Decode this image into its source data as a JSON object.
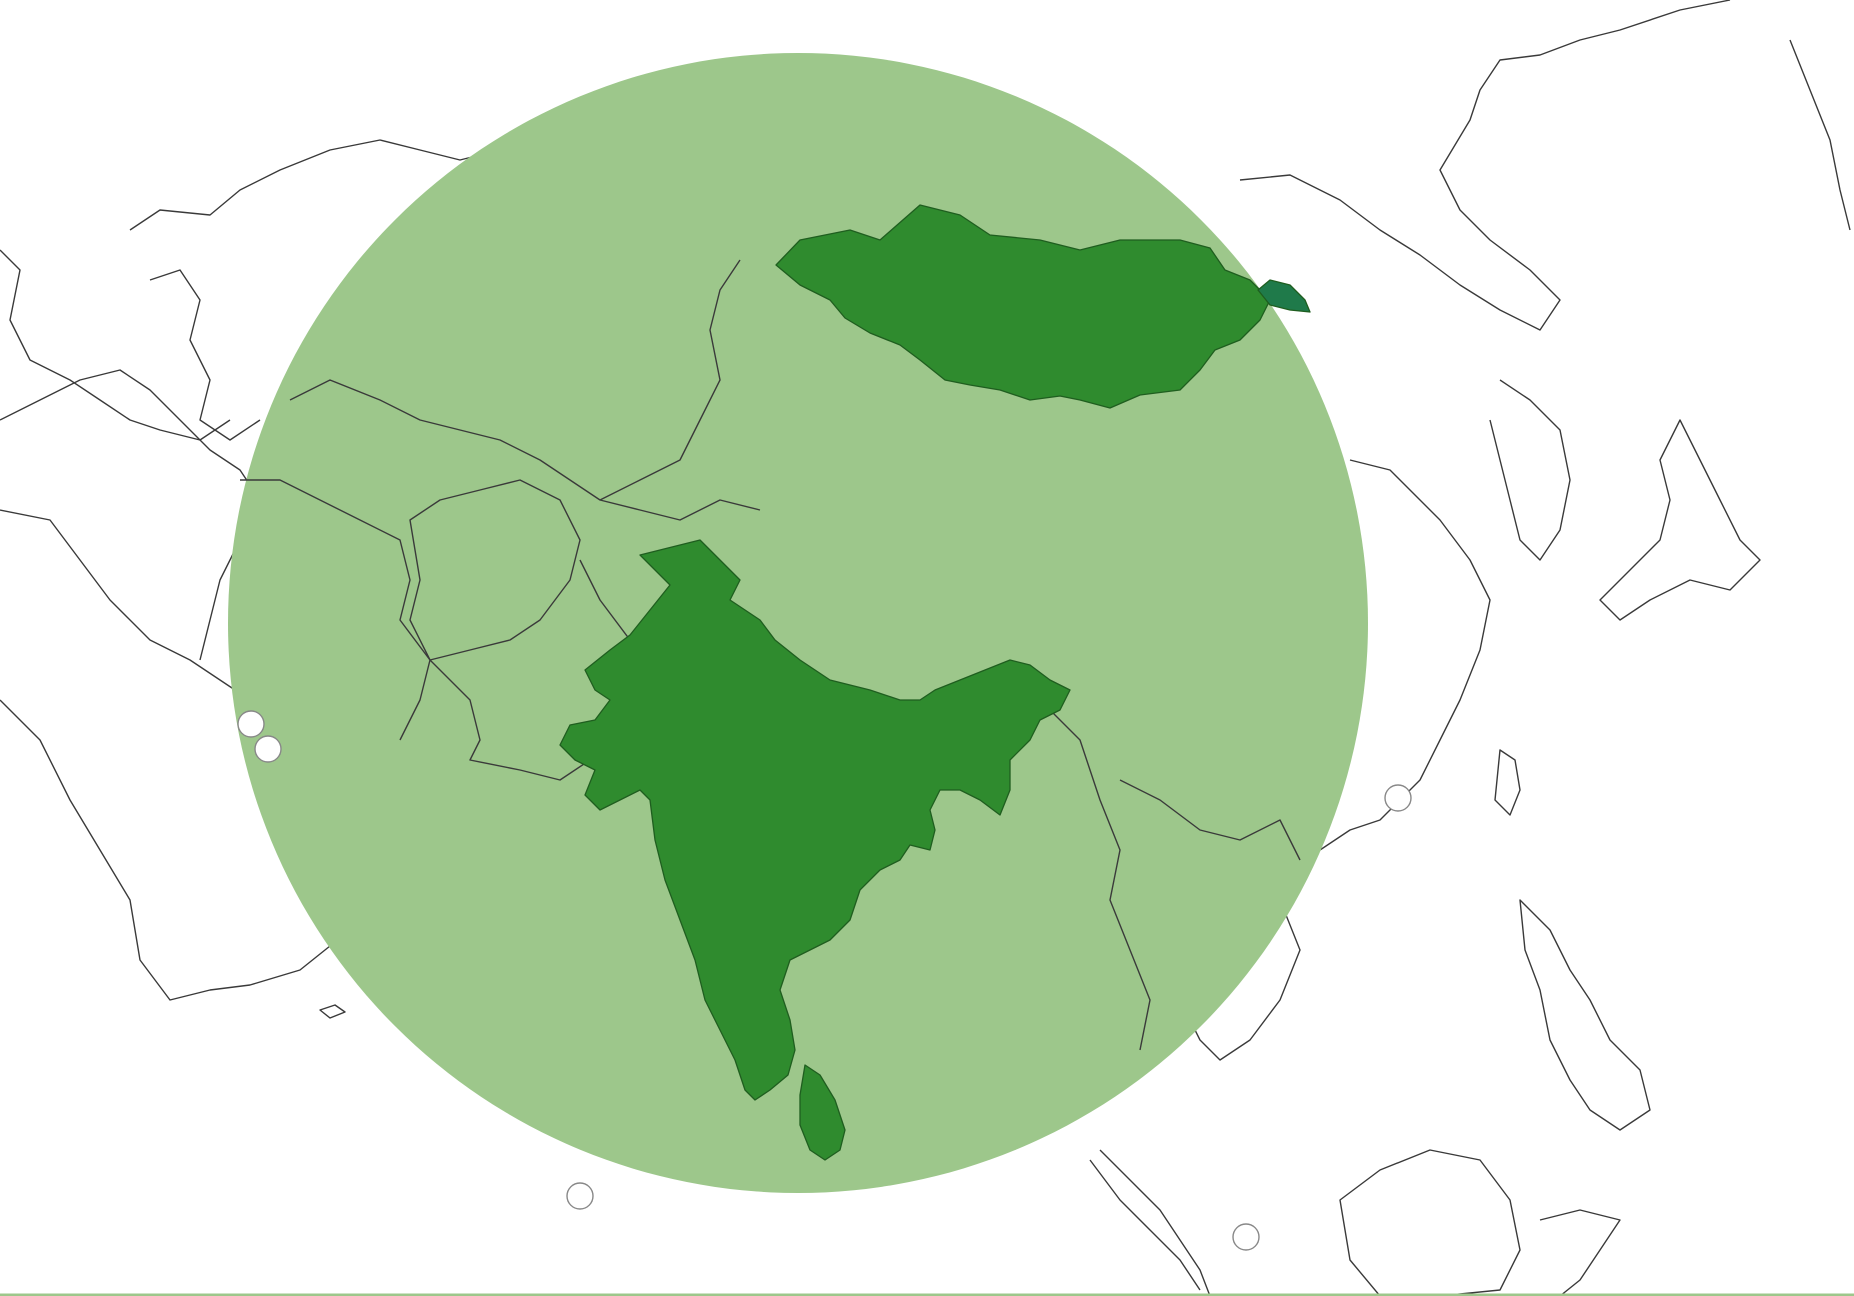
{
  "map": {
    "region": "asia",
    "colors": {
      "background": "#ffffff",
      "outline": "#3a3a3a",
      "highlight_zone": "#9dc78b",
      "highlighted_country": "#2f8b2e",
      "highlighted_country_alt": "#1f7a4a",
      "marker": "#ffffff"
    },
    "highlighted_countries": [
      "india",
      "mongolia",
      "sri-lanka"
    ],
    "markers": [
      "marker-1",
      "marker-2",
      "marker-3",
      "marker-4",
      "marker-5"
    ]
  }
}
